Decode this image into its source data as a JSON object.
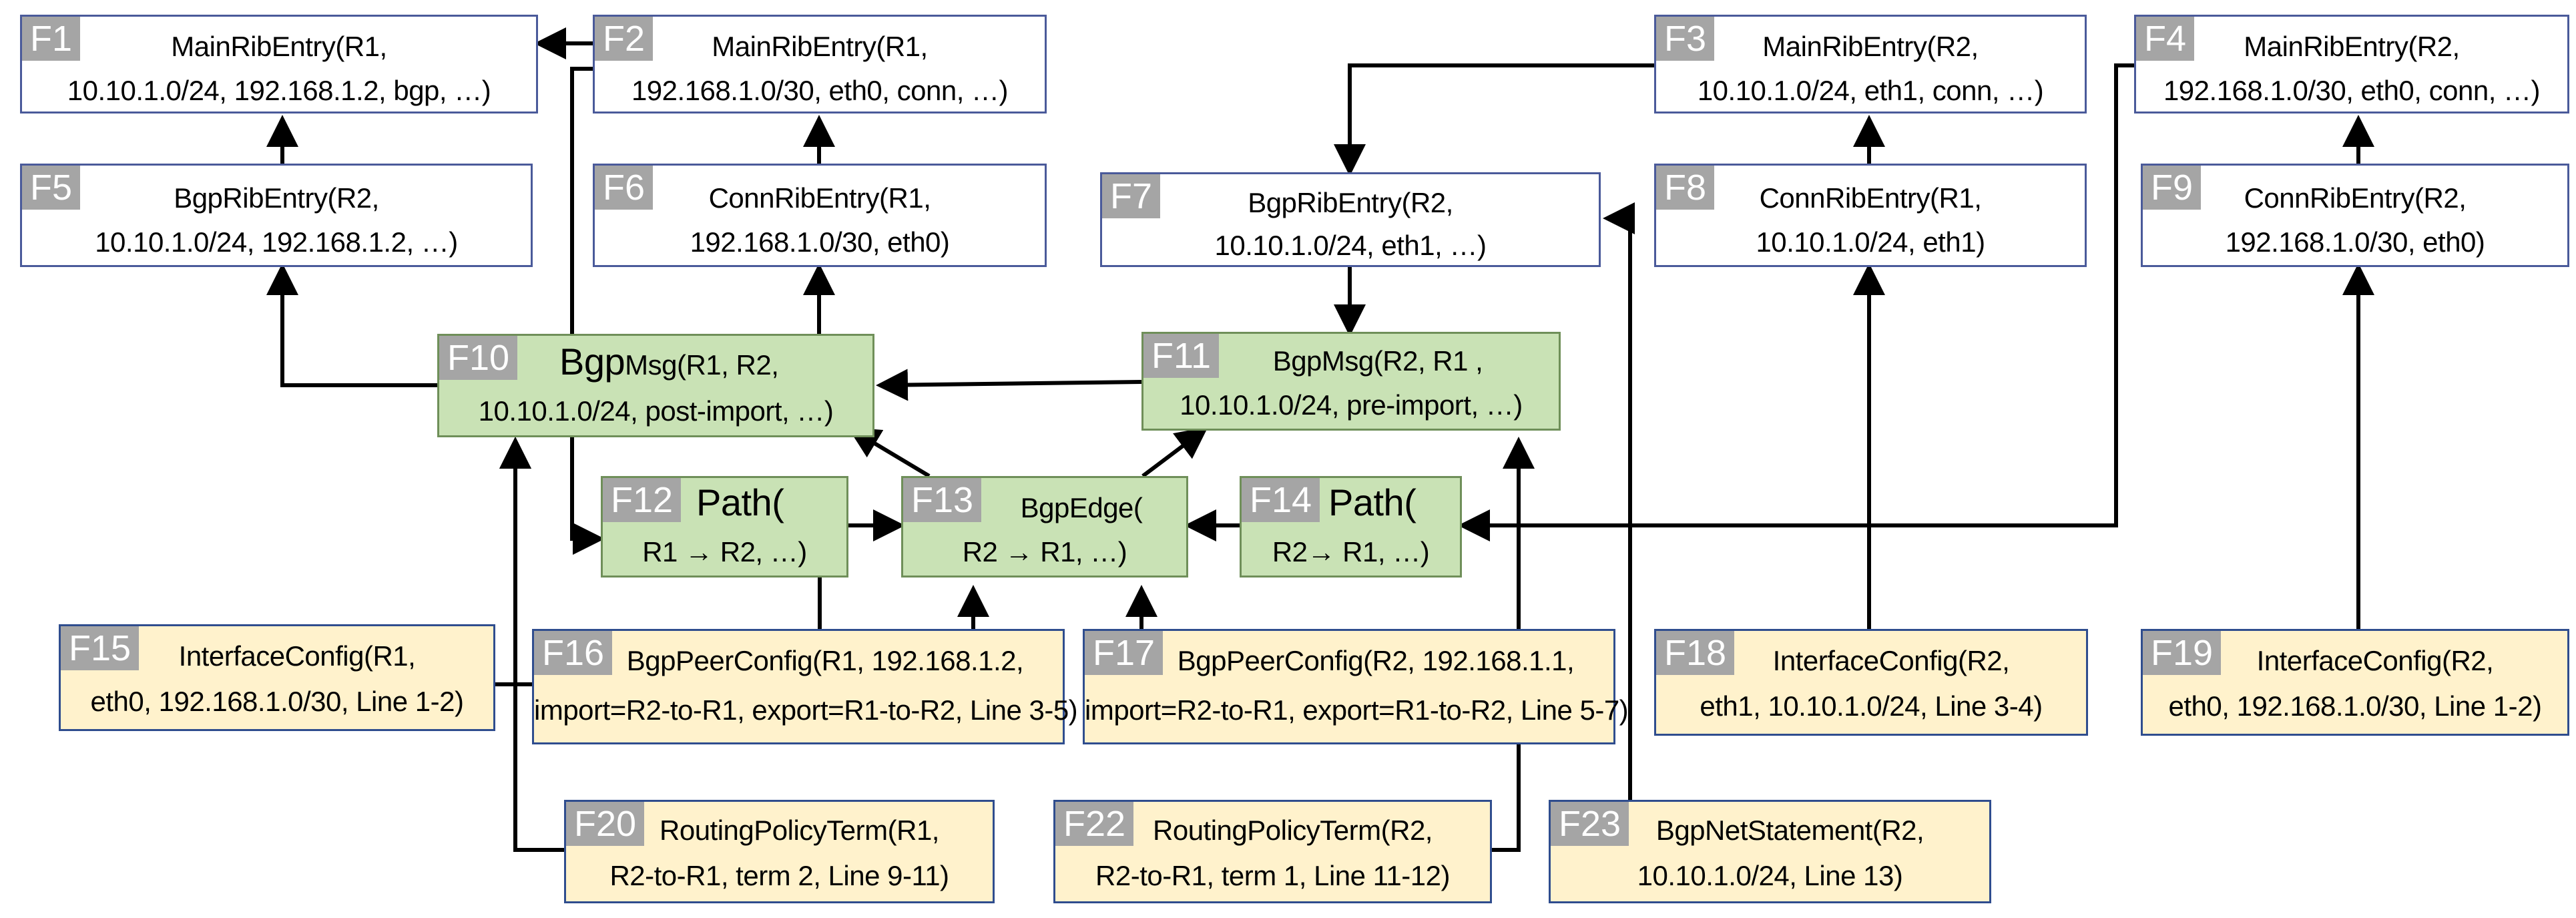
{
  "nodes": {
    "F1": {
      "id": "F1",
      "lines": [
        "MainRibEntry(R1,",
        "10.10.1.0/24, 192.168.1.2, bgp, …)"
      ]
    },
    "F2": {
      "id": "F2",
      "lines": [
        "MainRibEntry(R1,",
        "192.168.1.0/30, eth0, conn, …)"
      ]
    },
    "F3": {
      "id": "F3",
      "lines": [
        "MainRibEntry(R2,",
        "10.10.1.0/24, eth1, conn, …)"
      ]
    },
    "F4": {
      "id": "F4",
      "lines": [
        "MainRibEntry(R2,",
        "192.168.1.0/30, eth0, conn, …)"
      ]
    },
    "F5": {
      "id": "F5",
      "lines": [
        "BgpRibEntry(R2,",
        "10.10.1.0/24, 192.168.1.2, …)"
      ]
    },
    "F6": {
      "id": "F6",
      "lines": [
        "ConnRibEntry(R1,",
        "192.168.1.0/30, eth0)"
      ]
    },
    "F7": {
      "id": "F7",
      "lines": [
        "BgpRibEntry(R2,",
        "10.10.1.0/24, eth1, …)"
      ]
    },
    "F8": {
      "id": "F8",
      "lines": [
        "ConnRibEntry(R1,",
        "10.10.1.0/24, eth1)"
      ]
    },
    "F9": {
      "id": "F9",
      "lines": [
        "ConnRibEntry(R2,",
        "192.168.1.0/30, eth0)"
      ]
    },
    "F10": {
      "id": "F10",
      "big": "Bgp",
      "lines": [
        "Msg(R1, R2,",
        "10.10.1.0/24, post-import, …)"
      ]
    },
    "F11": {
      "id": "F11",
      "lines": [
        "BgpMsg(R2, R1 ,",
        "10.10.1.0/24,  pre-import, …)"
      ]
    },
    "F12": {
      "id": "F12",
      "big": "Path(",
      "lines": [
        "R1 → R2, …)"
      ]
    },
    "F13": {
      "id": "F13",
      "lines": [
        "BgpEdge(",
        "R2 → R1, …)"
      ]
    },
    "F14": {
      "id": "F14",
      "big": "Path(",
      "lines": [
        "R2→ R1, …)"
      ]
    },
    "F15": {
      "id": "F15",
      "lines": [
        "InterfaceConfig(R1,",
        "eth0, 192.168.1.0/30, Line 1-2)"
      ]
    },
    "F16": {
      "id": "F16",
      "lines": [
        "BgpPeerConfig(R1, 192.168.1.2,",
        "import=R2-to-R1, export=R1-to-R2, Line 3-5)"
      ]
    },
    "F17": {
      "id": "F17",
      "lines": [
        "BgpPeerConfig(R2, 192.168.1.1,",
        "import=R2-to-R1, export=R1-to-R2, Line 5-7)"
      ]
    },
    "F18": {
      "id": "F18",
      "lines": [
        "InterfaceConfig(R2,",
        "eth1, 10.10.1.0/24, Line 3-4)"
      ]
    },
    "F19": {
      "id": "F19",
      "lines": [
        "InterfaceConfig(R2,",
        "eth0, 192.168.1.0/30, Line 1-2)"
      ]
    },
    "F20": {
      "id": "F20",
      "lines": [
        "RoutingPolicyTerm(R1,",
        "R2-to-R1, term 2, Line 9-11)"
      ]
    },
    "F22": {
      "id": "F22",
      "lines": [
        "RoutingPolicyTerm(R2,",
        "R2-to-R1, term 1, Line 11-12)"
      ]
    },
    "F23": {
      "id": "F23",
      "lines": [
        "BgpNetStatement(R2,",
        "10.10.1.0/24,  Line 13)"
      ]
    }
  },
  "edges": [
    [
      "F5",
      "F1"
    ],
    [
      "F2",
      "F1"
    ],
    [
      "F6",
      "F2"
    ],
    [
      "F3",
      "F7"
    ],
    [
      "F8",
      "F3"
    ],
    [
      "F9",
      "F4"
    ],
    [
      "F10",
      "F5"
    ],
    [
      "F10",
      "F6"
    ],
    [
      "F11",
      "F10"
    ],
    [
      "F7",
      "F11"
    ],
    [
      "F13",
      "F10"
    ],
    [
      "F13",
      "F11"
    ],
    [
      "F12",
      "F13"
    ],
    [
      "F14",
      "F13"
    ],
    [
      "F2",
      "F12"
    ],
    [
      "F4",
      "F14"
    ],
    [
      "F16",
      "F12"
    ],
    [
      "F16",
      "F13"
    ],
    [
      "F17",
      "F13"
    ],
    [
      "F15",
      "F10"
    ],
    [
      "F20",
      "F10"
    ],
    [
      "F22",
      "F11"
    ],
    [
      "F23",
      "F7"
    ],
    [
      "F18",
      "F8"
    ],
    [
      "F19",
      "F9"
    ]
  ]
}
